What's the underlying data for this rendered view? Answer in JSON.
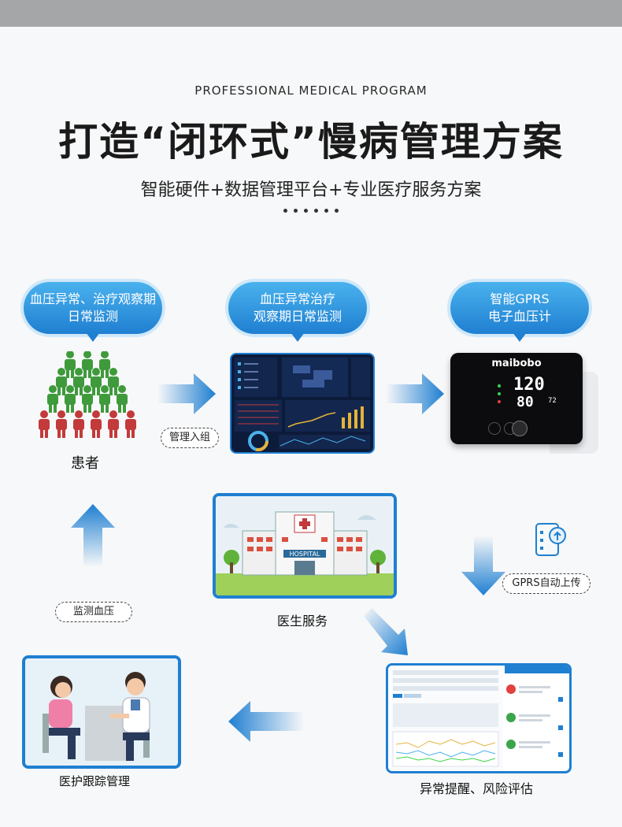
{
  "header": {
    "en_title": "PROFESSIONAL MEDICAL PROGRAM",
    "title": "打造“闭环式”慢病管理方案",
    "subtitle": "智能硬件+数据管理平台+专业医疗服务方案"
  },
  "bubbles": [
    {
      "line1": "血压异常、治疗观察期",
      "line2": "日常监测"
    },
    {
      "line1": "血压异常治疗",
      "line2": "观察期日常监测"
    },
    {
      "line1": "智能GPRS",
      "line2": "电子血压计"
    }
  ],
  "labels": {
    "patients": "患者",
    "manage_group": "管理入组",
    "monitor_bp": "监测血压",
    "doctor_service": "医生服务",
    "gprs_upload": "GPRS自动上传",
    "alert": "异常提醒、风险评估",
    "followup": "医护跟踪管理"
  },
  "device": {
    "brand": "maibobo",
    "sys": "120",
    "dia": "80",
    "pulse": "72"
  },
  "hospital_sign": "HOSPITAL",
  "colors": {
    "accent": "#1f7fd1",
    "accent_light": "#4ab2ee",
    "patient_green": "#3f9a3c",
    "patient_red": "#c33a3a"
  }
}
